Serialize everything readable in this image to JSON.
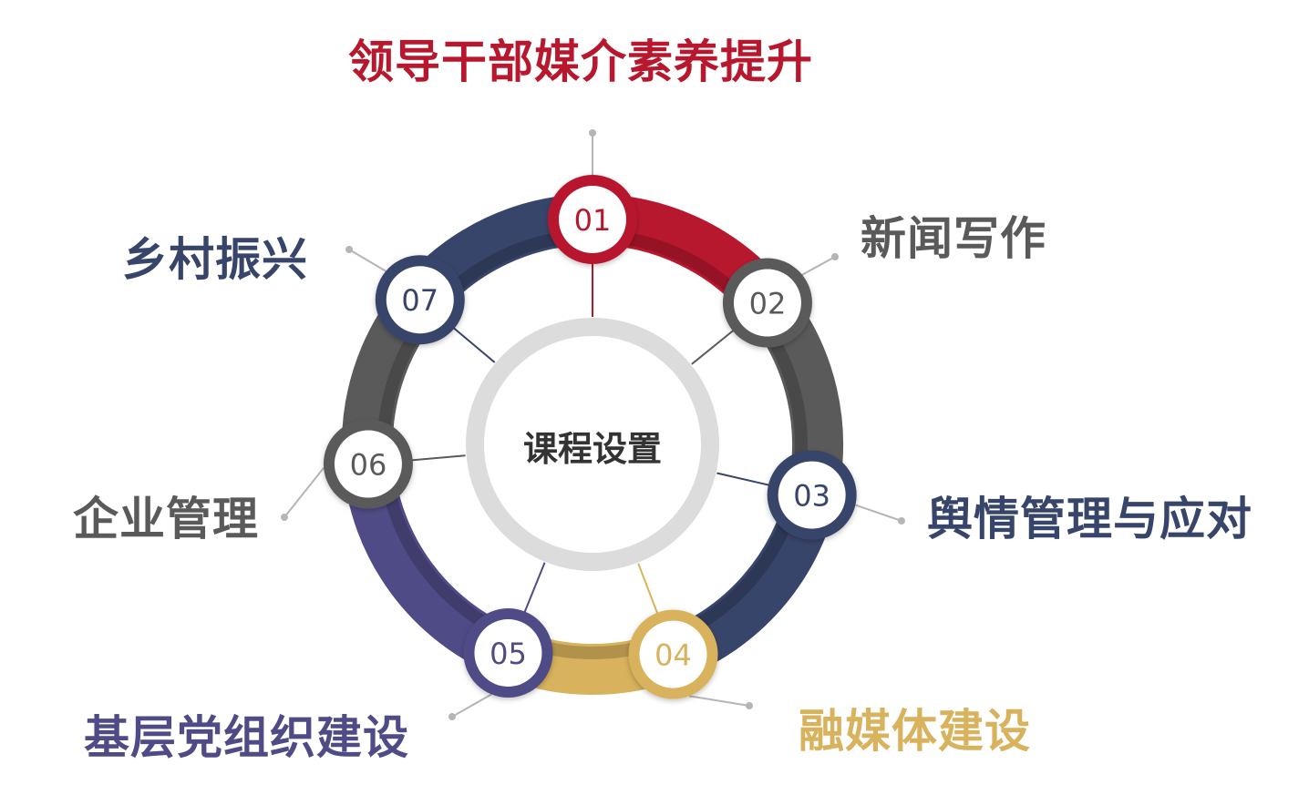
{
  "center": {
    "label": "课程设置"
  },
  "colors": {
    "red": "#b8182e",
    "gray": "#5a5a5a",
    "navy": "#38456a",
    "gold": "#d8b25c",
    "purple": "#4f4b86",
    "center_ring": "#dcdcdc",
    "leader": "#b5b5b5"
  },
  "nodes": [
    {
      "id": "01",
      "number": "01",
      "label": "领导干部媒介素养提升",
      "color": "red"
    },
    {
      "id": "02",
      "number": "02",
      "label": "新闻写作",
      "color": "gray"
    },
    {
      "id": "03",
      "number": "03",
      "label": "舆情管理与应对",
      "color": "navy"
    },
    {
      "id": "04",
      "number": "04",
      "label": "融媒体建设",
      "color": "gold"
    },
    {
      "id": "05",
      "number": "05",
      "label": "基层党组织建设",
      "color": "purple"
    },
    {
      "id": "06",
      "number": "06",
      "label": "企业管理",
      "color": "gray"
    },
    {
      "id": "07",
      "number": "07",
      "label": "乡村振兴",
      "color": "navy"
    }
  ]
}
